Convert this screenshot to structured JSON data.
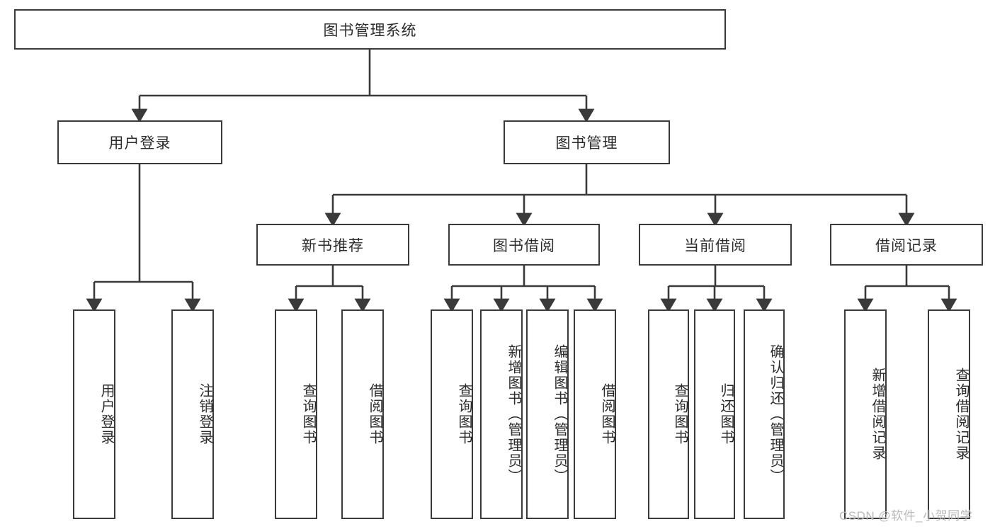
{
  "diagram": {
    "title": "图书管理系统",
    "watermark": "CSDN @软件_小贺同学",
    "line_color": "#3a3a3a",
    "box_border_color": "#3a3a3a",
    "box_fill_color": "#ffffff",
    "text_color": "#2b2b2b",
    "nodes": {
      "root": "图书管理系统",
      "level2": {
        "user_login": "用户登录",
        "book_manage": "图书管理"
      },
      "level3": {
        "new_book_recommend": "新书推荐",
        "book_borrow": "图书借阅",
        "current_borrow": "当前借阅",
        "borrow_record": "借阅记录"
      },
      "leaves": {
        "user_login_1": "用户登录",
        "user_login_2": "注销登录",
        "new_book_1": "查询图书",
        "new_book_2": "借阅图书",
        "book_borrow_1": "查询图书",
        "book_borrow_2": "新增图书（管理员）",
        "book_borrow_3": "编辑图书（管理员）",
        "book_borrow_4": "借阅图书",
        "current_borrow_1": "查询图书",
        "current_borrow_2": "归还图书",
        "current_borrow_3": "确认归还（管理员）",
        "borrow_record_1": "新增借阅记录",
        "borrow_record_2": "查询借阅记录"
      }
    }
  }
}
